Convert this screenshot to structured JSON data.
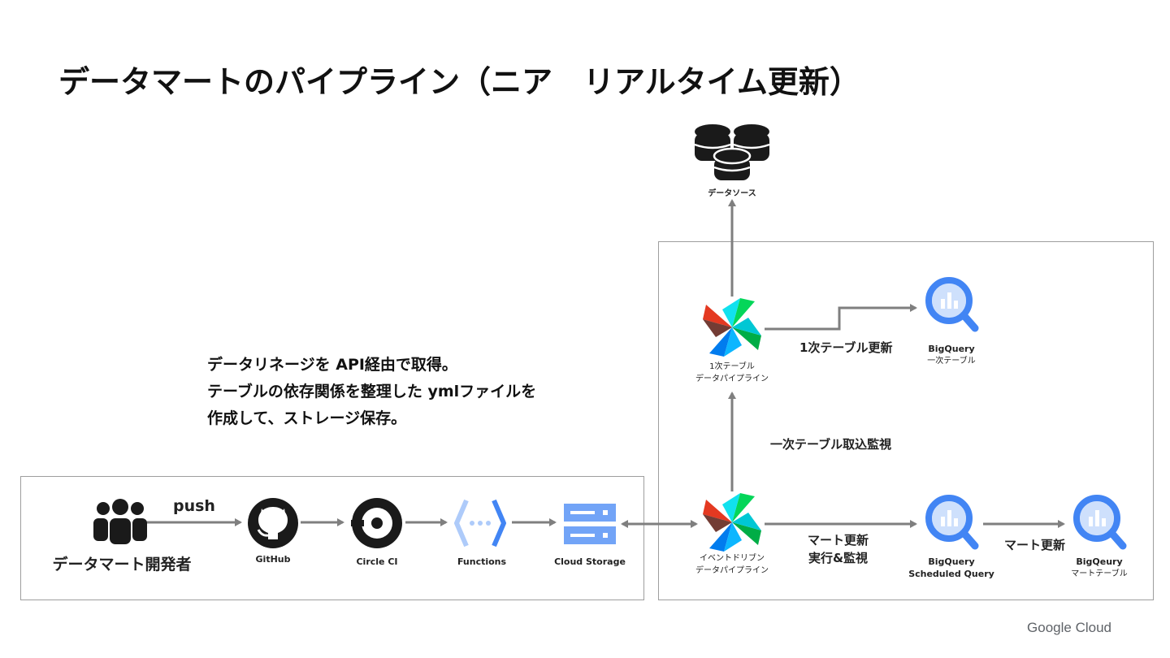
{
  "title": "データマートのパイプライン（ニア　リアルタイム更新）",
  "note": {
    "line1": "データリネージを API経由で取得。",
    "line2": "テーブルの依存関係を整理した ymlファイルを",
    "line3": "作成して、ストレージ保存。"
  },
  "nodes": {
    "developer": "データマート開発者",
    "github": "GitHub",
    "circleci": "Circle CI",
    "functions": "Functions",
    "storage": "Cloud Storage",
    "datasource": "データソース",
    "airflow_top_line1": "1次テーブル",
    "airflow_top_line2": "データパイプライン",
    "airflow_bottom_line1": "イベントドリブン",
    "airflow_bottom_line2": "データパイプライン",
    "bq_top_line1": "BigQuery",
    "bq_top_line2": "一次テーブル",
    "bq_sched_line1": "BigQuery",
    "bq_sched_line2": "Scheduled Query",
    "bq_mart_line1": "BigQeury",
    "bq_mart_line2": "マートテーブル"
  },
  "edges": {
    "push": "push",
    "first_update": "1次テーブル更新",
    "monitor": "一次テーブル取込監視",
    "mart_exec_line1": "マート更新",
    "mart_exec_line2": "実行&監視",
    "mart_update": "マート更新"
  },
  "footer": "Google Cloud",
  "colors": {
    "arrow": "#7f7f7f",
    "box_border": "#9e9e9e",
    "bigquery_blue": "#4285f4",
    "functions_blue": "#aecbfa"
  }
}
